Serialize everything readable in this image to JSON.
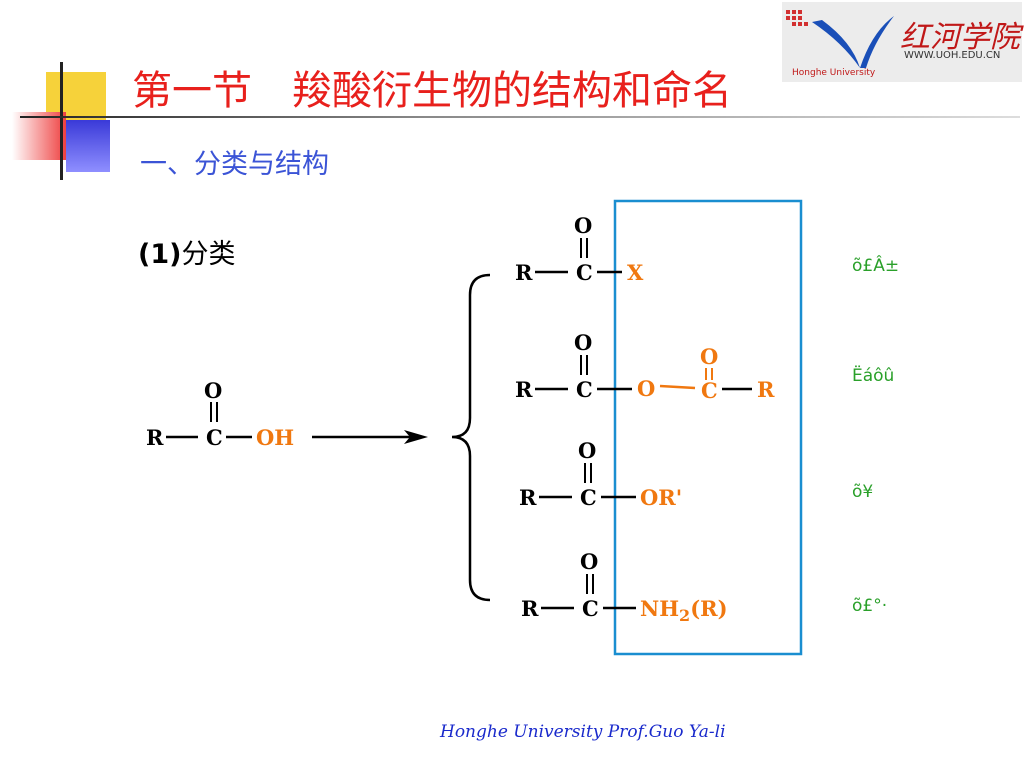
{
  "header": {
    "title": "第一节　羧酸衍生物的结构和命名",
    "subtitle": "一、分类与结构"
  },
  "section": {
    "number": "(1)",
    "label": "分类"
  },
  "logo": {
    "cn_name": "红河学院",
    "url": "WWW.UOH.EDU.CN",
    "en_name": "Honghe University"
  },
  "structures": {
    "parent": {
      "r": "R",
      "c": "C",
      "o": "O",
      "group": "OH"
    },
    "acyl_halide": {
      "r": "R",
      "c": "C",
      "o": "O",
      "group": "X",
      "label": "õ£Â±"
    },
    "anhydride": {
      "r": "R",
      "c": "C",
      "o": "O",
      "o_link": "O",
      "c2": "C",
      "o2": "O",
      "r2": "R",
      "label": "Ëáôû"
    },
    "ester": {
      "r": "R",
      "c": "C",
      "o": "O",
      "group": "OR'",
      "label": "õ¥"
    },
    "amide": {
      "r": "R",
      "c": "C",
      "o": "O",
      "group_main": "NH",
      "group_sub": "2",
      "group_tail": "(R)",
      "label": "õ£°·"
    }
  },
  "footer": {
    "text": "Honghe University  Prof.Guo Ya-li"
  },
  "colors": {
    "title": "#e8201c",
    "subtitle": "#3b54d6",
    "group": "#f07810",
    "box": "#1a8ed0",
    "label": "#2aa02a",
    "footer": "#1a2acc"
  }
}
